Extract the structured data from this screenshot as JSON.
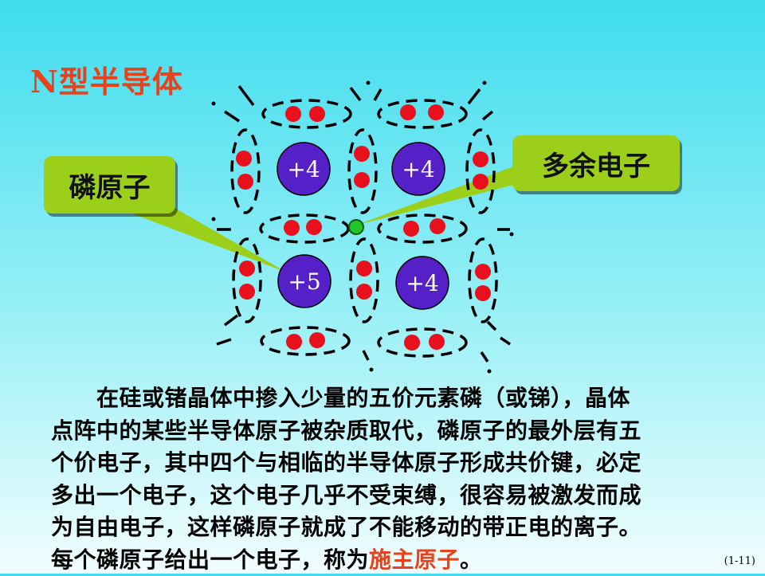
{
  "title": "N型半导体",
  "callouts": {
    "phosphorus_atom": "磷原子",
    "extra_electron": "多余电子"
  },
  "atoms": [
    {
      "label": "+4"
    },
    {
      "label": "+4"
    },
    {
      "label": "+5"
    },
    {
      "label": "+4"
    }
  ],
  "paragraph": {
    "lines": [
      "　　在硅或锗晶体中掺入少量的五价元素磷（或锑），晶体",
      "点阵中的某些半导体原子被杂质取代，磷原子的最外层有五",
      "个价电子，其中四个与相临的半导体原子形成共价键，必定",
      "多出一个电子，这个电子几乎不受束缚，很容易被激发而成",
      "为自由电子，这样磷原子就成了不能移动的带正电的离子。"
    ],
    "last_line_prefix": "每个磷原子给出一个电子，称为",
    "last_line_highlight": "施主原子",
    "last_line_suffix": "。"
  },
  "page_number": "(1-11)",
  "colors": {
    "title": "#e8421c",
    "callout_bg": "#9ccf1a",
    "atom_fill": "#5520c8",
    "electron": "#e8101c",
    "free_electron": "#22c42a",
    "highlight": "#e8421c"
  }
}
